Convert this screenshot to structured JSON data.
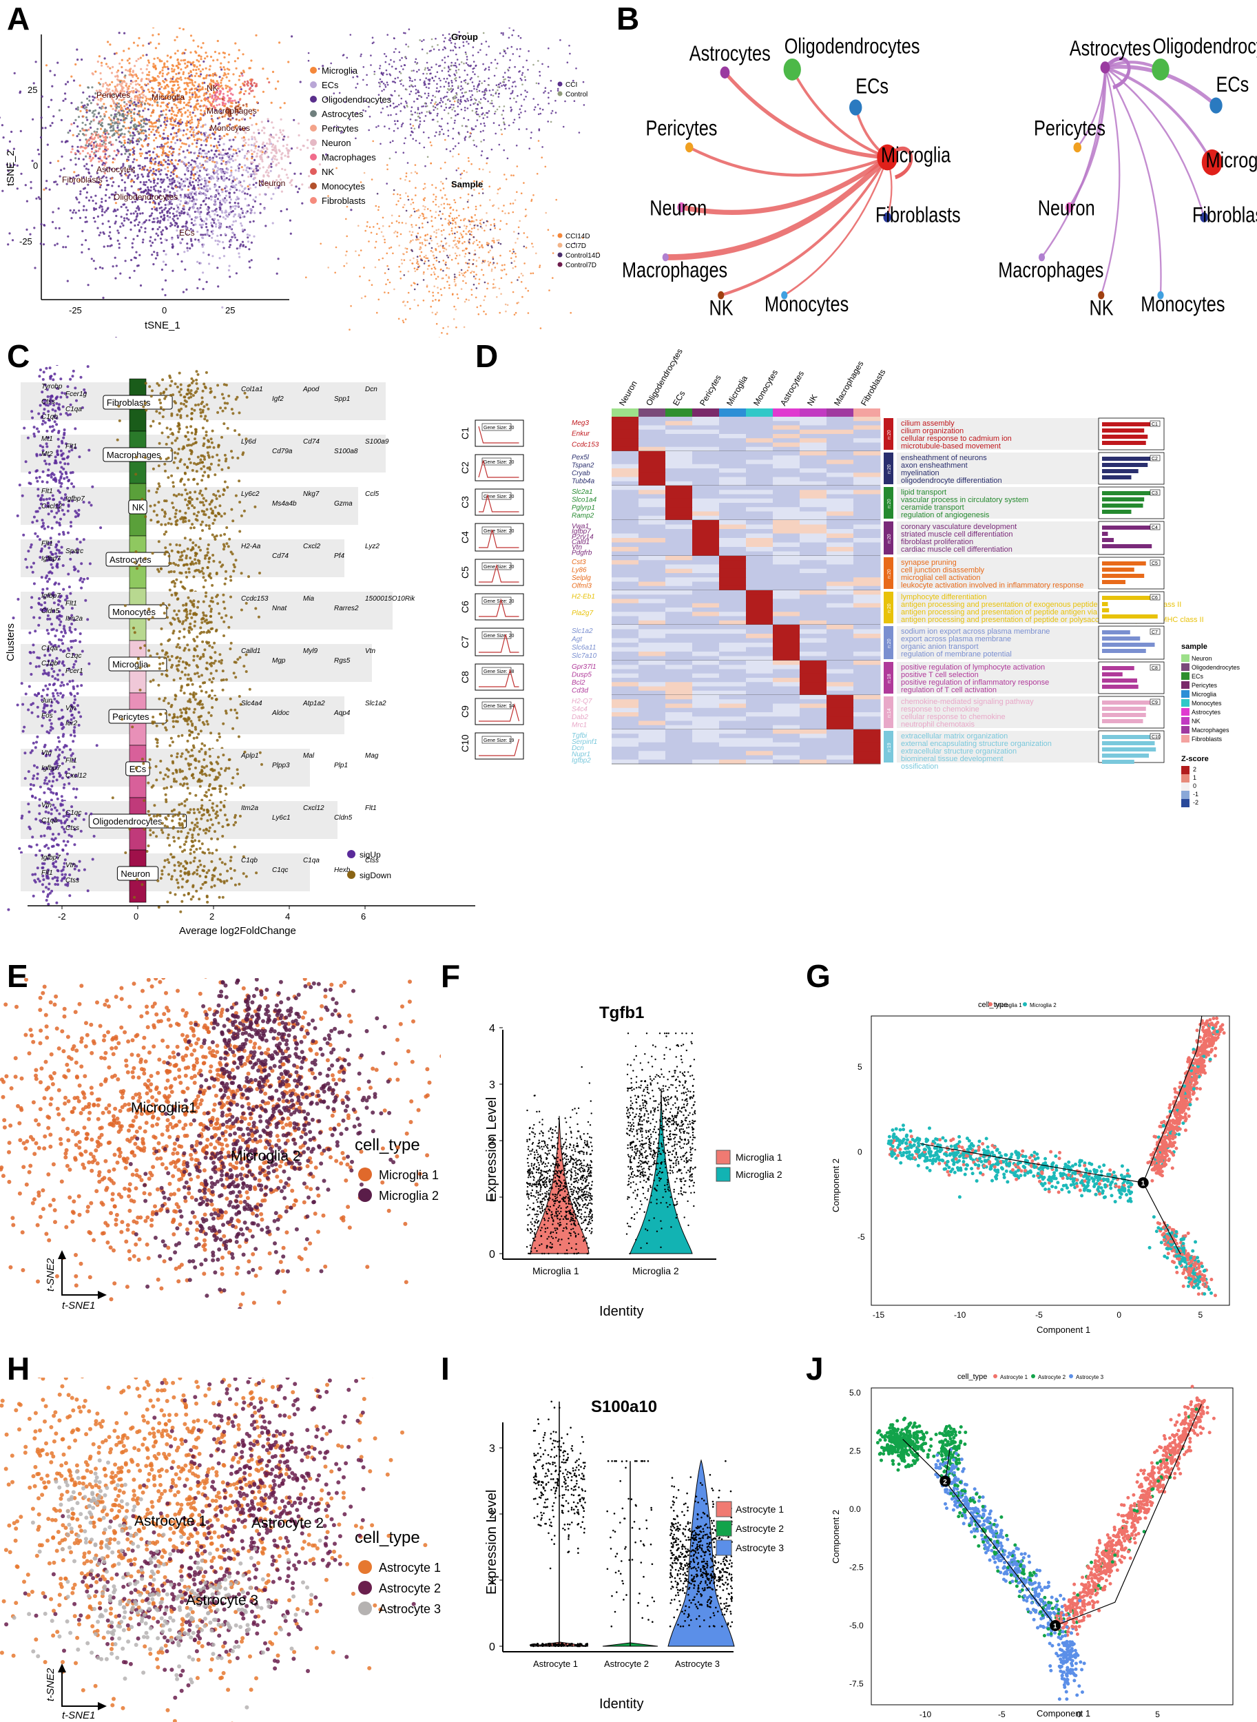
{
  "labels": {
    "A": "A",
    "B": "B",
    "C": "C",
    "D": "D",
    "E": "E",
    "F": "F",
    "G": "G",
    "H": "H",
    "I": "I",
    "J": "J"
  },
  "colors": {
    "Microglia": "#f4873a",
    "ECs": "#b9a6d6",
    "Oligodendrocytes": "#5a2f8c",
    "Astrocytes": "#6f7f7d",
    "Pericytes": "#f3a38a",
    "Neuron": "#e5b8c4",
    "Macrophages": "#f06c8b",
    "NK": "#e15d5d",
    "Monocytes": "#b3502b",
    "Fibroblasts": "#f58b7d",
    "CCI": "#5a2f8c",
    "Control": "#8f9a7a",
    "CCI14D": "#f4873a",
    "CCI7D": "#f3b488",
    "Control14D": "#4a2d6b",
    "Control7D": "#6d1a4b",
    "sigUp": "#5a2a9a",
    "sigDown": "#8a6414",
    "micro1": "#e0692b",
    "micro2": "#5a1d49",
    "astro1": "#e6782f",
    "astro2": "#6a1f4d",
    "astro3": "#b5b2b1",
    "violinRed": "#f07a72",
    "violinTeal": "#12b3b3",
    "violinBlue": "#5b8fe8",
    "trajRed": "#f0726a",
    "trajTeal": "#1cb9b9",
    "trajGreen": "#12a34a",
    "trajBlue": "#5b8fe8"
  },
  "panelA": {
    "xlabel": "tSNE_1",
    "ylabel": "tSNE_2",
    "xticks": [
      "-25",
      "0",
      "25"
    ],
    "yticks": [
      "25",
      "0",
      "-25"
    ],
    "legend": [
      "Microglia",
      "ECs",
      "Oligodendrocytes",
      "Astrocytes",
      "Pericytes",
      "Neuron",
      "Macrophages",
      "NK",
      "Monocytes",
      "Fibroblasts"
    ],
    "cluster_labels": [
      "NK",
      "Macrophages",
      "Pericytes",
      "Microglia",
      "Monocytes",
      "Astrocytes",
      "Fibroblasts",
      "Neuron",
      "Oligodendrocytes",
      "ECs"
    ],
    "group_title": "Group",
    "group_legend": [
      "CCI",
      "Control"
    ],
    "sample_title": "Sample",
    "sample_legend": [
      "CCI14D",
      "CCI7D",
      "Control14D",
      "Control7D"
    ]
  },
  "panelB": {
    "nodes": [
      "Astrocytes",
      "Oligodendrocytes",
      "ECs",
      "Pericytes",
      "Neuron",
      "Microglia",
      "Fibroblasts",
      "Macrophages",
      "NK",
      "Monocytes"
    ],
    "left_hub": "Microglia",
    "right_hub": "Astrocytes"
  },
  "panelC": {
    "xlabel": "Average log2FoldChange",
    "ylabel": "Clusters",
    "xticks": [
      "-2",
      "0",
      "2",
      "4",
      "6"
    ],
    "clusters": [
      "Fibroblasts",
      "Macrophages",
      "NK",
      "Astrocytes",
      "Monocytes",
      "Microglia",
      "Pericytes",
      "ECs",
      "Oligodendrocytes",
      "Neuron"
    ],
    "up_genes": [
      [
        "Tyrobp",
        "Fcer1g",
        "Ctss",
        "C1qa",
        "C1qb"
      ],
      [
        "Mt1",
        "Flt1",
        "Mt2"
      ],
      [
        "Flt1",
        "Igfbp7",
        "Cxcl12"
      ],
      [
        "Flt1",
        "Sparc",
        "Igfbp7"
      ],
      [
        "Igfbp7",
        "Flt1",
        "Cldn5",
        "Itm2a"
      ],
      [
        "C1qa",
        "C1qc",
        "C1qb",
        "Fcer1"
      ],
      [
        "Jun",
        "Vtn",
        "Fos",
        "Ier2"
      ],
      [
        "Vtn",
        "Flt1",
        "Igfbp7",
        "Cxcl12"
      ],
      [
        "Vtn",
        "C1qc",
        "C1qa",
        "Ctss"
      ],
      [
        "Igfbp7",
        "Vtn",
        "Flt1",
        "Ctss"
      ]
    ],
    "down_genes": [
      [
        "Col1a1",
        "Igf2",
        "Apod",
        "Spp1",
        "Dcn"
      ],
      [
        "Ly6d",
        "Cd79a",
        "Cd74",
        "S100a8",
        "S100a9"
      ],
      [
        "Ly6c2",
        "Ms4a4b",
        "Nkg7",
        "Gzma",
        "Ccl5"
      ],
      [
        "H2-Aa",
        "Cd74",
        "Cxcl2",
        "Pf4",
        "Lyz2"
      ],
      [
        "Ccdc153",
        "Nnat",
        "Mia",
        "Rarres2",
        "1500015O10Rik"
      ],
      [
        "Calld1",
        "Mgp",
        "Myl9",
        "Rgs5",
        "Vtn"
      ],
      [
        "Slc4a4",
        "Aldoc",
        "Atp1a2",
        "Aqp4",
        "Slc1a2"
      ],
      [
        "Aplp1",
        "Plpp3",
        "Mal",
        "Plp1",
        "Mag"
      ],
      [
        "Itm2a",
        "Ly6c1",
        "Cxcl12",
        "Cldn5",
        "Flt1"
      ],
      [
        "C1qb",
        "C1qc",
        "C1qa",
        "Hexb",
        "Ctss"
      ]
    ],
    "legend": [
      "sigUp",
      "sigDown"
    ]
  },
  "panelD": {
    "columns": [
      "Neuron",
      "Oligodendrocytes",
      "ECs",
      "Pericytes",
      "Microglia",
      "Monocytes",
      "Astrocytes",
      "NK",
      "Macrophages",
      "Fibroblasts"
    ],
    "column_colors": [
      "#9de08a",
      "#7a4a7a",
      "#2f8f2f",
      "#7a2a6a",
      "#2c8fd6",
      "#30c8c8",
      "#e03ad0",
      "#c23ac2",
      "#a03aa0",
      "#f4a3a0"
    ],
    "clusters": [
      {
        "id": "C1",
        "gs": "Gene Size: 20",
        "n": "n:20",
        "color": "#c0181d",
        "genes": [
          "Meg3",
          "Enkur",
          "Ccdc153"
        ],
        "terms": [
          "cilium assembly",
          "cilium organization",
          "cellular response to cadmium ion",
          "microtubule-based movement"
        ],
        "bars": [
          0.98,
          0.72,
          0.78,
          0.75
        ],
        "box": "C1",
        "peak": 0
      },
      {
        "id": "C2",
        "gs": "Gene Size: 20",
        "n": "n:20",
        "color": "#2a2f6e",
        "genes": [
          "Pex5l",
          "Tspan2",
          "Cryab",
          "Tubb4a"
        ],
        "terms": [
          "ensheathment of neurons",
          "axon ensheathment",
          "myelination",
          "oligodendrocyte differentiation"
        ],
        "bars": [
          0.95,
          0.78,
          0.62,
          0.5
        ],
        "box": "C2",
        "peak": 1
      },
      {
        "id": "C3",
        "gs": "Gene Size: 20",
        "n": "n:20",
        "color": "#258a2f",
        "genes": [
          "Slc2a1",
          "Slco1a4",
          "Pglyrp1",
          "Ramp2"
        ],
        "terms": [
          "lipid transport",
          "vascular process in circulatory system",
          "ceramide transport",
          "regulation of angiogenesis"
        ],
        "bars": [
          0.88,
          0.72,
          0.7,
          0.5
        ],
        "box": "C3",
        "peak": 2
      },
      {
        "id": "C4",
        "gs": "Gene Size: 20",
        "n": "n:20",
        "color": "#7a2a7a",
        "genes": [
          "Vwa1",
          "Igfbp7",
          "P2ry14",
          "Cald1",
          "Vtn",
          "Pdgfrb"
        ],
        "terms": [
          "coronary vasculature development",
          "striated muscle cell differentiation",
          "fibroblast proliferation",
          "cardiac muscle cell differentiation"
        ],
        "bars": [
          0.95,
          0.1,
          0.2,
          0.85
        ],
        "box": "C4",
        "peak": 3
      },
      {
        "id": "C5",
        "gs": "Gene Size: 20",
        "n": "n:20",
        "color": "#e86a1a",
        "genes": [
          "Cst3",
          "Ly86",
          "Selplg",
          "Olfml3"
        ],
        "terms": [
          "synapse pruning",
          "cell junction disassembly",
          "microglial cell activation",
          "leukocyte activation involved in inflammatory response"
        ],
        "bars": [
          0.75,
          0.55,
          0.72,
          0.4
        ],
        "box": "C5",
        "peak": 4
      },
      {
        "id": "C6",
        "gs": "Gene Size: 20",
        "n": "n:20",
        "color": "#e8c20a",
        "genes": [
          "H2-Eb1",
          "Pla2g7"
        ],
        "terms": [
          "lymphocyte differentiation",
          "antigen processing and presentation of exogenous peptide antigen via MHC class II",
          "antigen processing and presentation of peptide antigen via MHC class II",
          "antigen processing and presentation of peptide or polysaccharide antigen via MHC class II"
        ],
        "bars": [
          0.9,
          0.1,
          0.12,
          0.95
        ],
        "box": "C6",
        "peak": 5
      },
      {
        "id": "C7",
        "gs": "Gene Size: 20",
        "n": "n:20",
        "color": "#7a8fd0",
        "genes": [
          "Slc1a2",
          "Agt",
          "Slc6a11",
          "Slc7a10"
        ],
        "terms": [
          "sodium ion export across plasma membrane",
          "export across plasma membrane",
          "organic anion transport",
          "regulation of membrane potential"
        ],
        "bars": [
          0.48,
          0.65,
          0.9,
          0.75
        ],
        "box": "C7",
        "peak": 6
      },
      {
        "id": "C8",
        "gs": "Gene Size: 18",
        "n": "n:18",
        "color": "#b03a9a",
        "genes": [
          "Gpr37l1",
          "Dusp5",
          "Bcl2",
          "Cd3d"
        ],
        "terms": [
          "positive regulation of lymphocyte activation",
          "positive T cell selection",
          "positive regulation of inflammatory response",
          "regulation of T cell activation"
        ],
        "bars": [
          0.55,
          0.35,
          0.6,
          0.62
        ],
        "box": "C8",
        "peak": 7
      },
      {
        "id": "C9",
        "gs": "Gene Size: 14",
        "n": "n:14",
        "color": "#e8a8c8",
        "genes": [
          "H2-Q7",
          "S4c4",
          "Dab2",
          "Mrc1"
        ],
        "terms": [
          "chemokine-mediated signaling pathway",
          "response to chemokine",
          "cellular response to chemokine",
          "neutrophil chemotaxis"
        ],
        "bars": [
          0.9,
          0.75,
          0.75,
          0.7
        ],
        "box": "C9",
        "peak": 8
      },
      {
        "id": "C10",
        "gs": "Gene Size: 19",
        "n": "n:19",
        "color": "#7ac8dc",
        "genes": [
          "Tgfbi",
          "Serpinf1",
          "Dcn",
          "Nupr1",
          "Igfbp2"
        ],
        "terms": [
          "extracellular matrix organization",
          "external encapsulating structure organization",
          "extracellular structure organization",
          "biomineral tissue development",
          "ossification"
        ],
        "bars": [
          0.95,
          0.9,
          0.92,
          0.8,
          0.55
        ],
        "box": "C10",
        "peak": 9
      }
    ],
    "legend_title": "sample",
    "zscore_title": "Z-score",
    "zscore_ticks": [
      "2",
      "1",
      "0",
      "-1",
      "-2"
    ]
  },
  "panelE": {
    "legend_title": "cell_type",
    "legend": [
      "Microglia 1",
      "Microglia 2"
    ],
    "labels": [
      "Microglia1",
      "Microglia 2"
    ],
    "axis_x": "t-SNE1",
    "axis_y": "t-SNE2"
  },
  "panelF": {
    "title": "Tgfb1",
    "ylabel": "Expression Level",
    "xlabel": "Identity",
    "yticks": [
      "4",
      "3",
      "2",
      "1",
      "0"
    ],
    "categories": [
      "Microglia 1",
      "Microglia 2"
    ],
    "legend": [
      "Microglia 1",
      "Microglia 2"
    ]
  },
  "panelG": {
    "legend_title": "cell_type",
    "legend": [
      "Microglia 1",
      "Microglia 2"
    ],
    "xlabel": "Component 1",
    "ylabel": "Component 2",
    "xticks": [
      "-15",
      "-10",
      "-5",
      "0",
      "5"
    ],
    "yticks": [
      "5",
      "0",
      "-5"
    ],
    "node": "1"
  },
  "panelH": {
    "legend_title": "cell_type",
    "legend": [
      "Astrocyte 1",
      "Astrocyte 2",
      "Astrocyte 3"
    ],
    "labels": [
      "Astrocyte 1",
      "Astrocyte 2",
      "Astrocyte 3"
    ],
    "axis_x": "t-SNE1",
    "axis_y": "t-SNE2"
  },
  "panelI": {
    "title": "S100a10",
    "ylabel": "Expression Level",
    "xlabel": "Identity",
    "yticks": [
      "3",
      "2",
      "1",
      "0"
    ],
    "categories": [
      "Astrocyte 1",
      "Astrocyte 2",
      "Astrocyte 3"
    ],
    "legend": [
      "Astrocyte 1",
      "Astrocyte 2",
      "Astrocyte 3"
    ]
  },
  "panelJ": {
    "legend_title": "cell_type",
    "legend": [
      "Astrocyte 1",
      "Astrocyte 2",
      "Astrocyte 3"
    ],
    "xlabel": "Component 1",
    "ylabel": "Component 2",
    "xticks": [
      "-10",
      "-5",
      "0",
      "5"
    ],
    "yticks": [
      "5.0",
      "2.5",
      "0.0",
      "-2.5",
      "-5.0",
      "-7.5"
    ],
    "nodes": [
      "2",
      "1"
    ]
  }
}
